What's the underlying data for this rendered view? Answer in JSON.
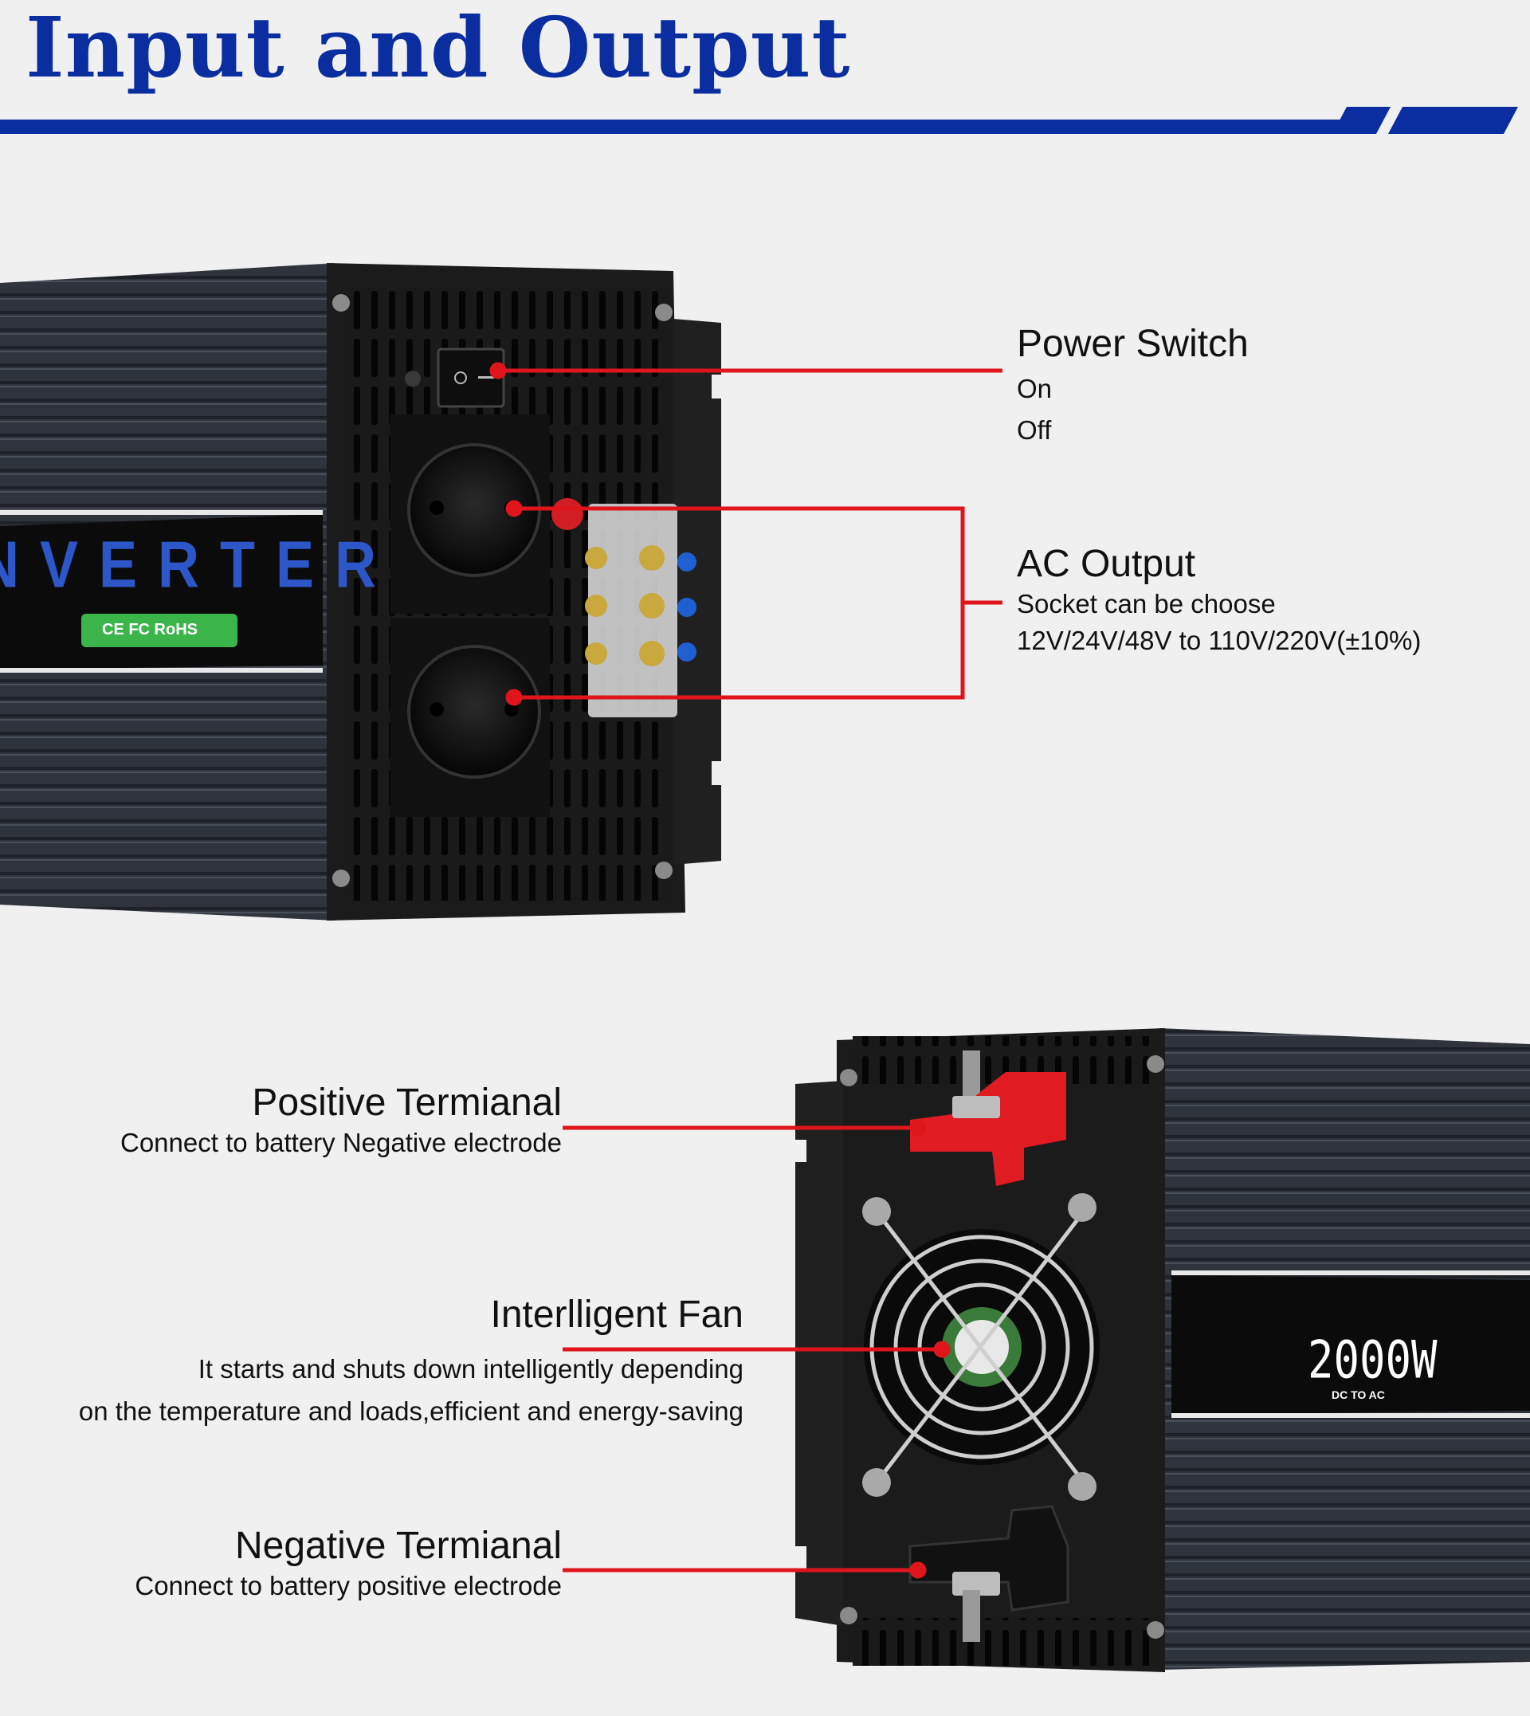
{
  "header": {
    "title": "Input and Output",
    "accent_color": "#0a2da0"
  },
  "callouts": {
    "power_switch": {
      "title": "Power Switch",
      "lines": [
        "On",
        "Off"
      ]
    },
    "ac_output": {
      "title": "AC Output",
      "lines": [
        "Socket can be choose",
        "12V/24V/48V to 110V/220V(±10%)"
      ]
    },
    "positive_terminal": {
      "title": "Positive Termianal",
      "lines": [
        "Connect to battery Negative electrode"
      ]
    },
    "fan": {
      "title": "Interlligent Fan",
      "lines": [
        "It starts and shuts down intelligently depending",
        "on the temperature and loads,efficient and energy-saving"
      ]
    },
    "negative_terminal": {
      "title": "Negative Termianal",
      "lines": [
        "Connect to battery positive electrode"
      ]
    }
  },
  "product": {
    "side_text_top": "NVERTER",
    "cert_marks": "CE  FC  RoHS",
    "power_rating": "2000W",
    "power_sub": "DC TO AC"
  },
  "colors": {
    "leader_line": "#e0151b",
    "body_dark": "#2b2f36",
    "panel_black": "#151515"
  }
}
